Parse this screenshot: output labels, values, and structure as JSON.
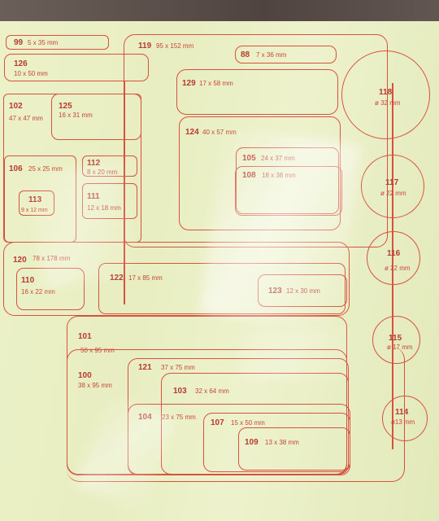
{
  "labels": {
    "l99": {
      "num": "99",
      "size": "5 x 35 mm"
    },
    "l126": {
      "num": "126",
      "size": "10 x 50 mm"
    },
    "l102": {
      "num": "102",
      "size": "47 x 47 mm"
    },
    "l125": {
      "num": "125",
      "size": "16 x 31 mm"
    },
    "l106": {
      "num": "106",
      "size": "25 x 25 mm"
    },
    "l112": {
      "num": "112",
      "size": "8 x 20 mm"
    },
    "l113": {
      "num": "113",
      "size": "9 x 12 mm"
    },
    "l111": {
      "num": "111",
      "size": "12 x 18 mm"
    },
    "l119": {
      "num": "119",
      "size": "95 x 152 mm"
    },
    "l88": {
      "num": "88",
      "size": "7 x 36 mm"
    },
    "l129": {
      "num": "129",
      "size": "17 x 58 mm"
    },
    "l124": {
      "num": "124",
      "size": "40 x 57 mm"
    },
    "l105": {
      "num": "105",
      "size": "24 x 37 mm"
    },
    "l108": {
      "num": "108",
      "size": "18 x 38 mm"
    },
    "l118": {
      "num": "118",
      "size": "ø 32 mm"
    },
    "l117": {
      "num": "117",
      "size": "ø 22 mm"
    },
    "l116": {
      "num": "116",
      "size": "ø 22 mm"
    },
    "l115": {
      "num": "115",
      "size": "ø 17 mm"
    },
    "l114": {
      "num": "114",
      "size": "ø13 mm"
    },
    "l120": {
      "num": "120",
      "size": "78 x 178 mm"
    },
    "l110": {
      "num": "110",
      "size": "16 x 22 mm"
    },
    "l122": {
      "num": "122",
      "size": "17 x 85 mm"
    },
    "l123": {
      "num": "123",
      "size": "12 x 30 mm"
    },
    "l101": {
      "num": "101",
      "size": "50 x 95 mm"
    },
    "l100": {
      "num": "100",
      "size": "38 x 95 mm"
    },
    "l121": {
      "num": "121",
      "size": "37 x 75 mm"
    },
    "l103": {
      "num": "103",
      "size": "32 x 64 mm"
    },
    "l104": {
      "num": "104",
      "size": "23 x 75 mm"
    },
    "l107": {
      "num": "107",
      "size": "15 x 50 mm"
    },
    "l109": {
      "num": "109",
      "size": "13 x 38 mm"
    }
  },
  "colors": {
    "outline": "#d8503f",
    "number": "#b83a30",
    "paper": "#eaf0c4"
  }
}
